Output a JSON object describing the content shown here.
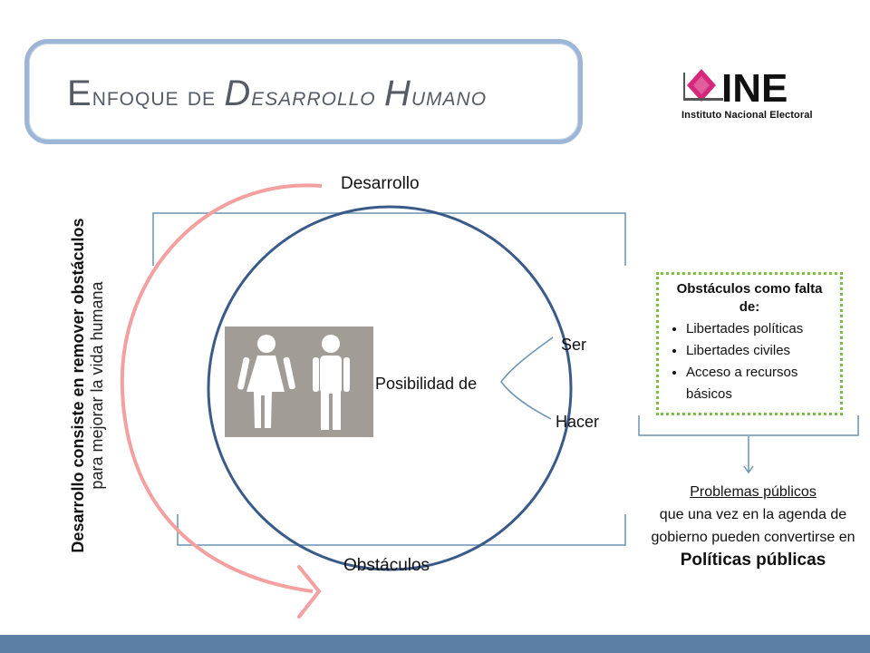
{
  "title": {
    "part1_big": "E",
    "part1_small": "nfoque de ",
    "part2_big": "D",
    "part2_small": "esarrollo ",
    "part3_big": "H",
    "part3_small": "umano"
  },
  "logo": {
    "acronym": "INE",
    "subtitle": "Instituto Nacional Electoral"
  },
  "diagram": {
    "top_label": "Desarrollo",
    "bottom_label": "Obstáculos",
    "center_label": "Posibilidad de",
    "branch_top": "Ser",
    "branch_bottom": "Hacer",
    "vertical_line1": "Desarrollo consiste en remover obstáculos",
    "vertical_line2": "para mejorar la vida humana"
  },
  "obstacles": {
    "title": "Obstáculos como falta de:",
    "items": [
      "Libertades políticas",
      "Libertades civiles",
      "Acceso a recursos básicos"
    ]
  },
  "problems": {
    "line1": "Problemas públicos",
    "line2": "que una vez en la agenda de gobierno pueden convertirse en",
    "line3": "Políticas públicas"
  },
  "colors": {
    "arc": "#f4a0a0",
    "circle": "#3a5a8a",
    "bracket": "#6a93b4",
    "dotted_border": "#7ac04a",
    "bottom_bar": "#5d7fa6",
    "logo_pink": "#d6287a"
  }
}
